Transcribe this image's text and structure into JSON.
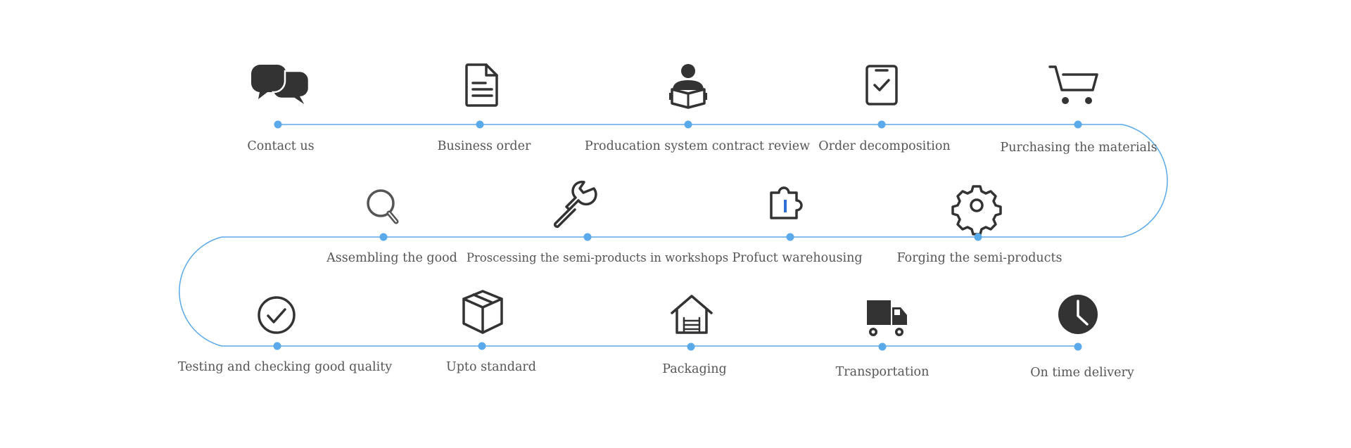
{
  "diagram": {
    "line_color": "#5aa9ea",
    "dot_color": "#5aa9ea",
    "icon_color": "#333333",
    "accent_color": "#2f6fd6",
    "rows": [
      {
        "steps": [
          {
            "label": "Contact us",
            "icon": "chat-bubbles-icon"
          },
          {
            "label": "Business order",
            "icon": "document-icon"
          },
          {
            "label": "Producation system contract review",
            "icon": "reader-person-icon"
          },
          {
            "label": "Order decomposition",
            "icon": "clipboard-check-icon"
          },
          {
            "label": "Purchasing the materials",
            "icon": "shopping-cart-icon"
          }
        ]
      },
      {
        "steps": [
          {
            "label": "Assembling the good",
            "icon": "magnifier-icon"
          },
          {
            "label": "Proscessing the semi-products in workshops",
            "icon": "wrench-icon"
          },
          {
            "label": "Profuct warehousing",
            "icon": "puzzle-icon"
          },
          {
            "label": "Forging the semi-products",
            "icon": "gear-icon"
          }
        ]
      },
      {
        "steps": [
          {
            "label": "Testing and checking good quality",
            "icon": "check-circle-icon"
          },
          {
            "label": "Upto standard",
            "icon": "box-icon"
          },
          {
            "label": "Packaging",
            "icon": "warehouse-icon"
          },
          {
            "label": "Transportation",
            "icon": "truck-icon"
          },
          {
            "label": "On time delivery",
            "icon": "clock-icon"
          }
        ]
      }
    ]
  }
}
